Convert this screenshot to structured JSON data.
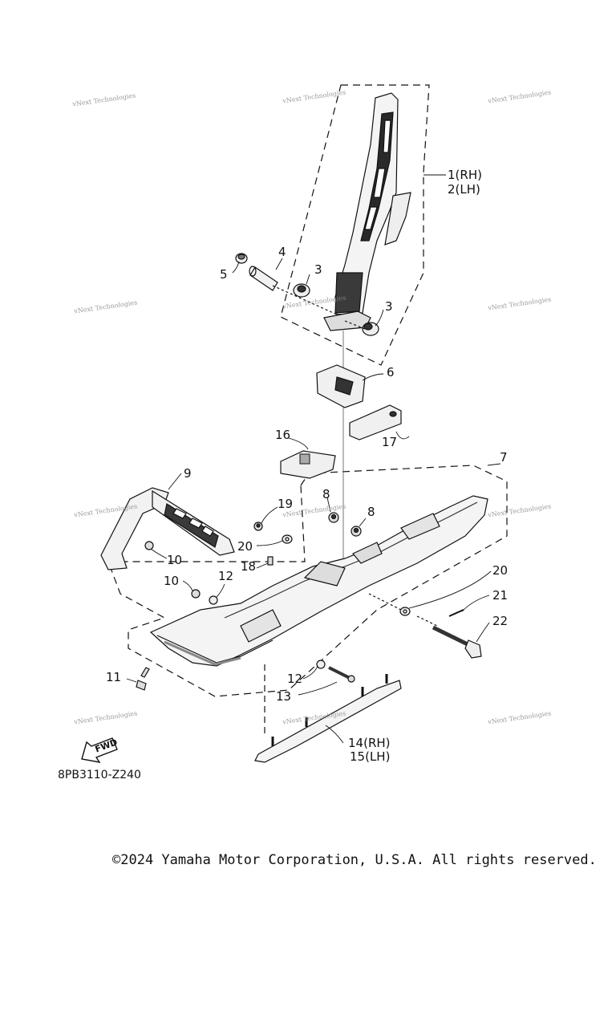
{
  "diagram": {
    "code": "8PB3110-Z240",
    "copyright": "©2024 Yamaha Motor Corporation, U.S.A. All rights reserved.",
    "fwd_label": "FWD",
    "watermark": "vNext Technologies",
    "callouts": {
      "c1": "1(RH)",
      "c2": "2(LH)",
      "c3a": "3",
      "c3b": "3",
      "c4": "4",
      "c5": "5",
      "c6": "6",
      "c7": "7",
      "c8a": "8",
      "c8b": "8",
      "c9": "9",
      "c10a": "10",
      "c10b": "10",
      "c11": "11",
      "c12a": "12",
      "c12b": "12",
      "c13": "13",
      "c14": "14(RH)",
      "c15": "15(LH)",
      "c16": "16",
      "c17": "17",
      "c18": "18",
      "c19": "19",
      "c20a": "20",
      "c20b": "20",
      "c21": "21",
      "c22": "22"
    }
  }
}
